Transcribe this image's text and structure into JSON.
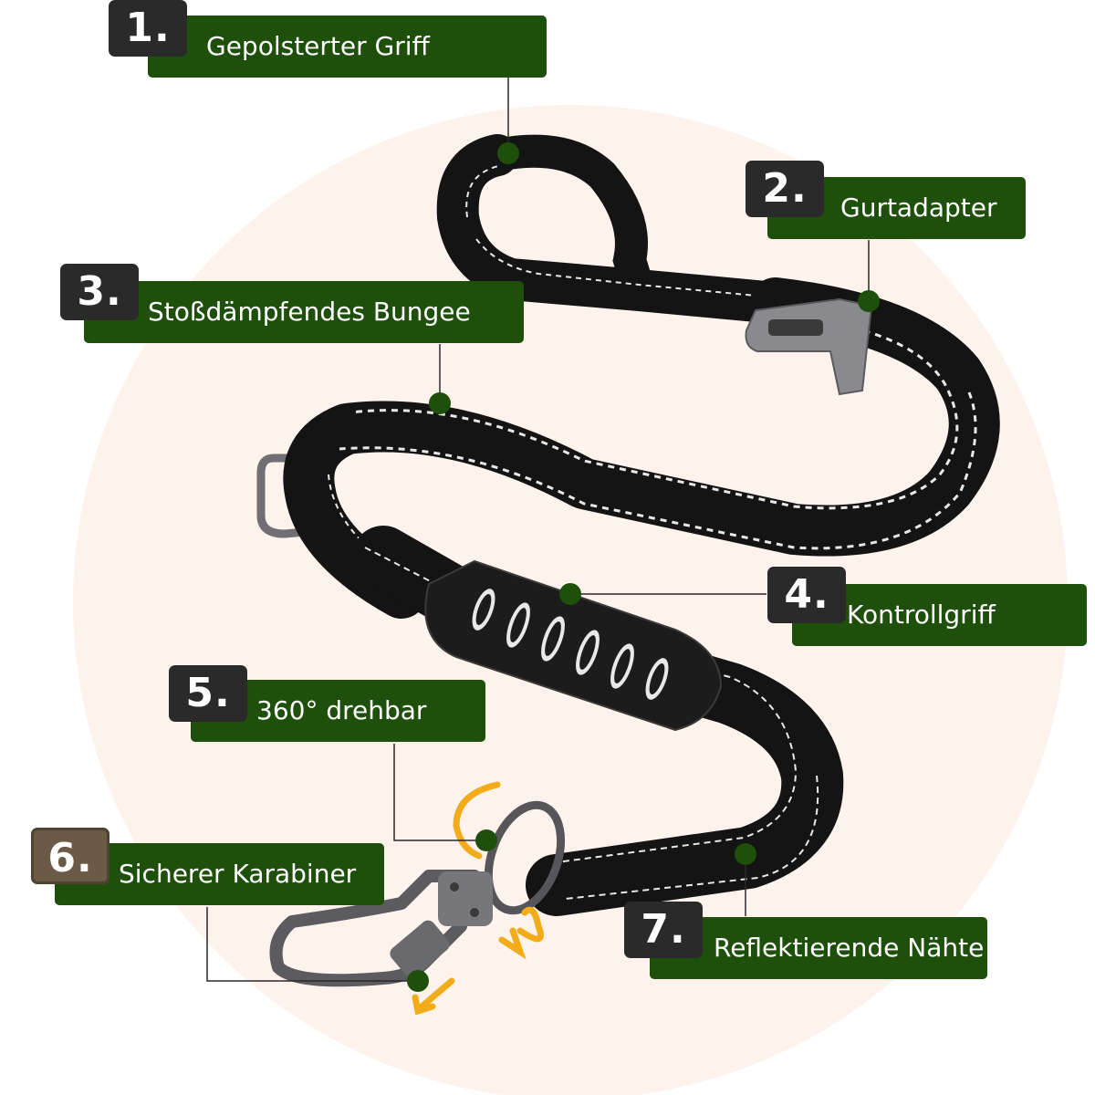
{
  "features": [
    {
      "number": "1.",
      "text": "Gepolsterter Griff"
    },
    {
      "number": "2.",
      "text": "Gurtadapter"
    },
    {
      "number": "3.",
      "text": "Stoßdämpfendes Bungee"
    },
    {
      "number": "4.",
      "text": "Kontrollgriff"
    },
    {
      "number": "5.",
      "text": "360° drehbar"
    },
    {
      "number": "6.",
      "text": "Sicherer Karabiner"
    },
    {
      "number": "7.",
      "text": "Reflektierende Nähte"
    }
  ],
  "colors": {
    "label_green": "#1e4f0b",
    "number_box": "#2a2a2a",
    "number_box_6": "#6b5a45",
    "background_circle": "#fdf3ec",
    "leash": "#141414",
    "stitching": "#e8e8e8",
    "rotation_arrows": "#f2ac1a"
  }
}
